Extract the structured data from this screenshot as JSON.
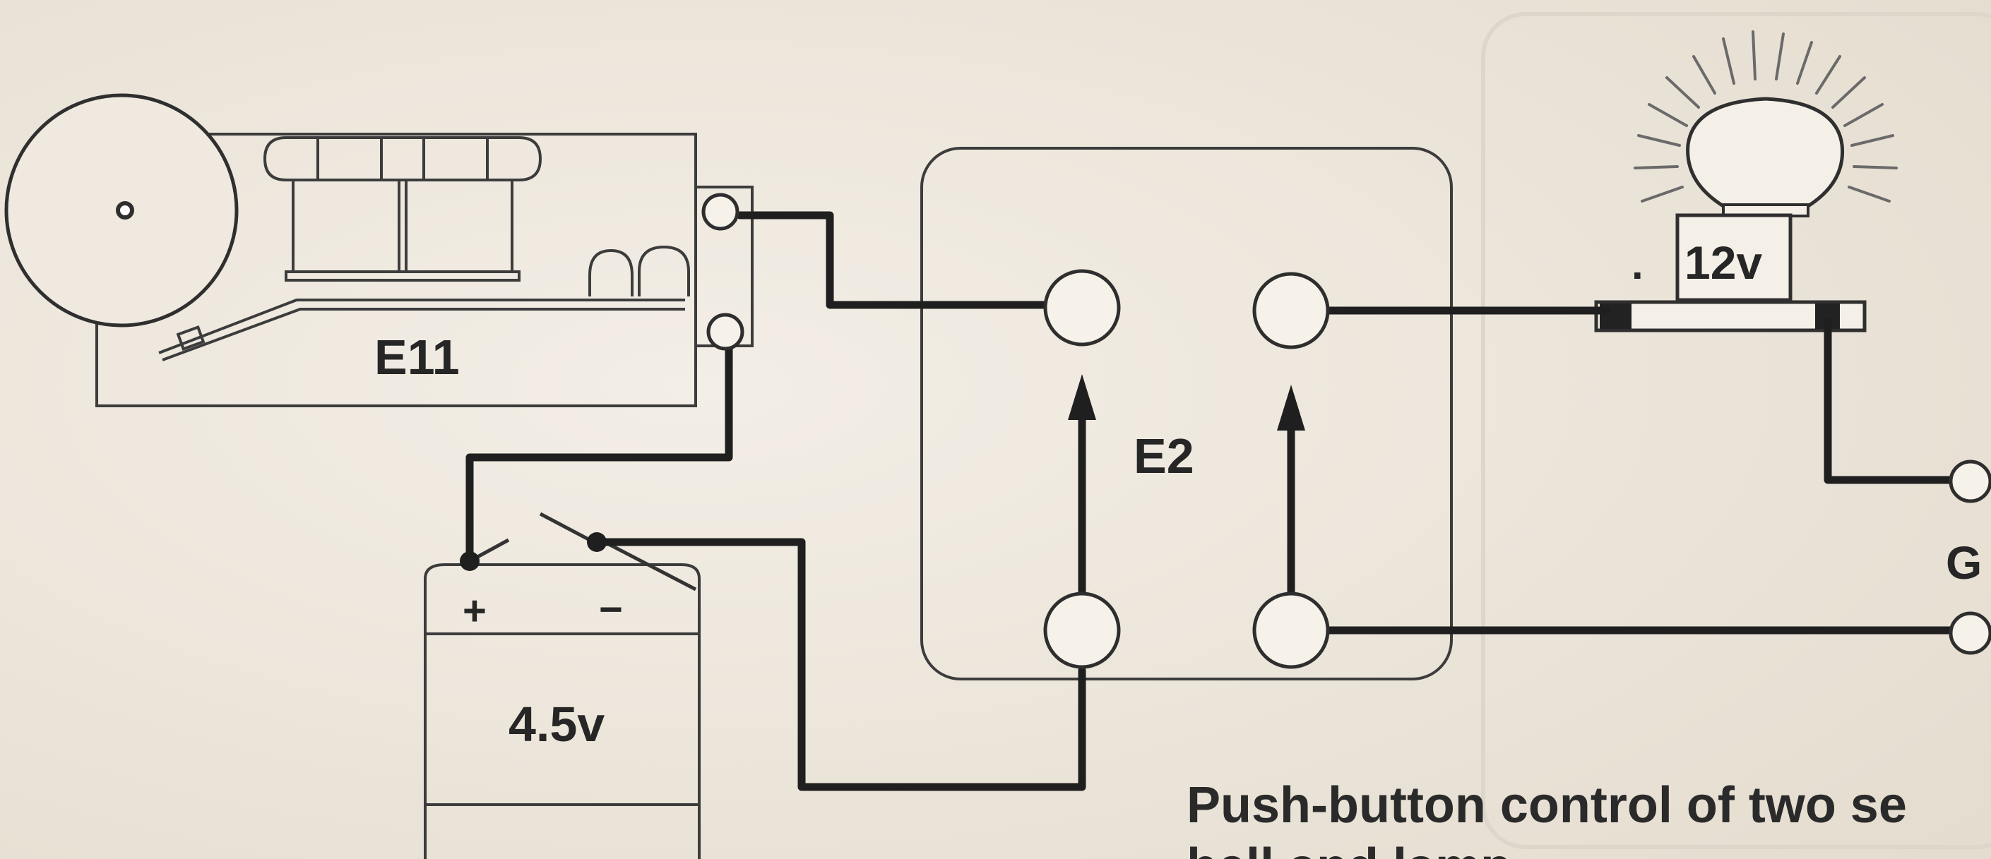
{
  "diagram": {
    "components": {
      "bell": {
        "label": "E11"
      },
      "switch_panel": {
        "label": "E2"
      },
      "battery": {
        "label": "4.5v",
        "plus_symbol": "+",
        "minus_symbol": "−"
      },
      "lamp": {
        "label": "12v",
        "mark": "."
      },
      "ground": {
        "label": "G"
      }
    },
    "caption": {
      "line1": "Push-button control of two se",
      "line2": "bell and lamp"
    }
  }
}
